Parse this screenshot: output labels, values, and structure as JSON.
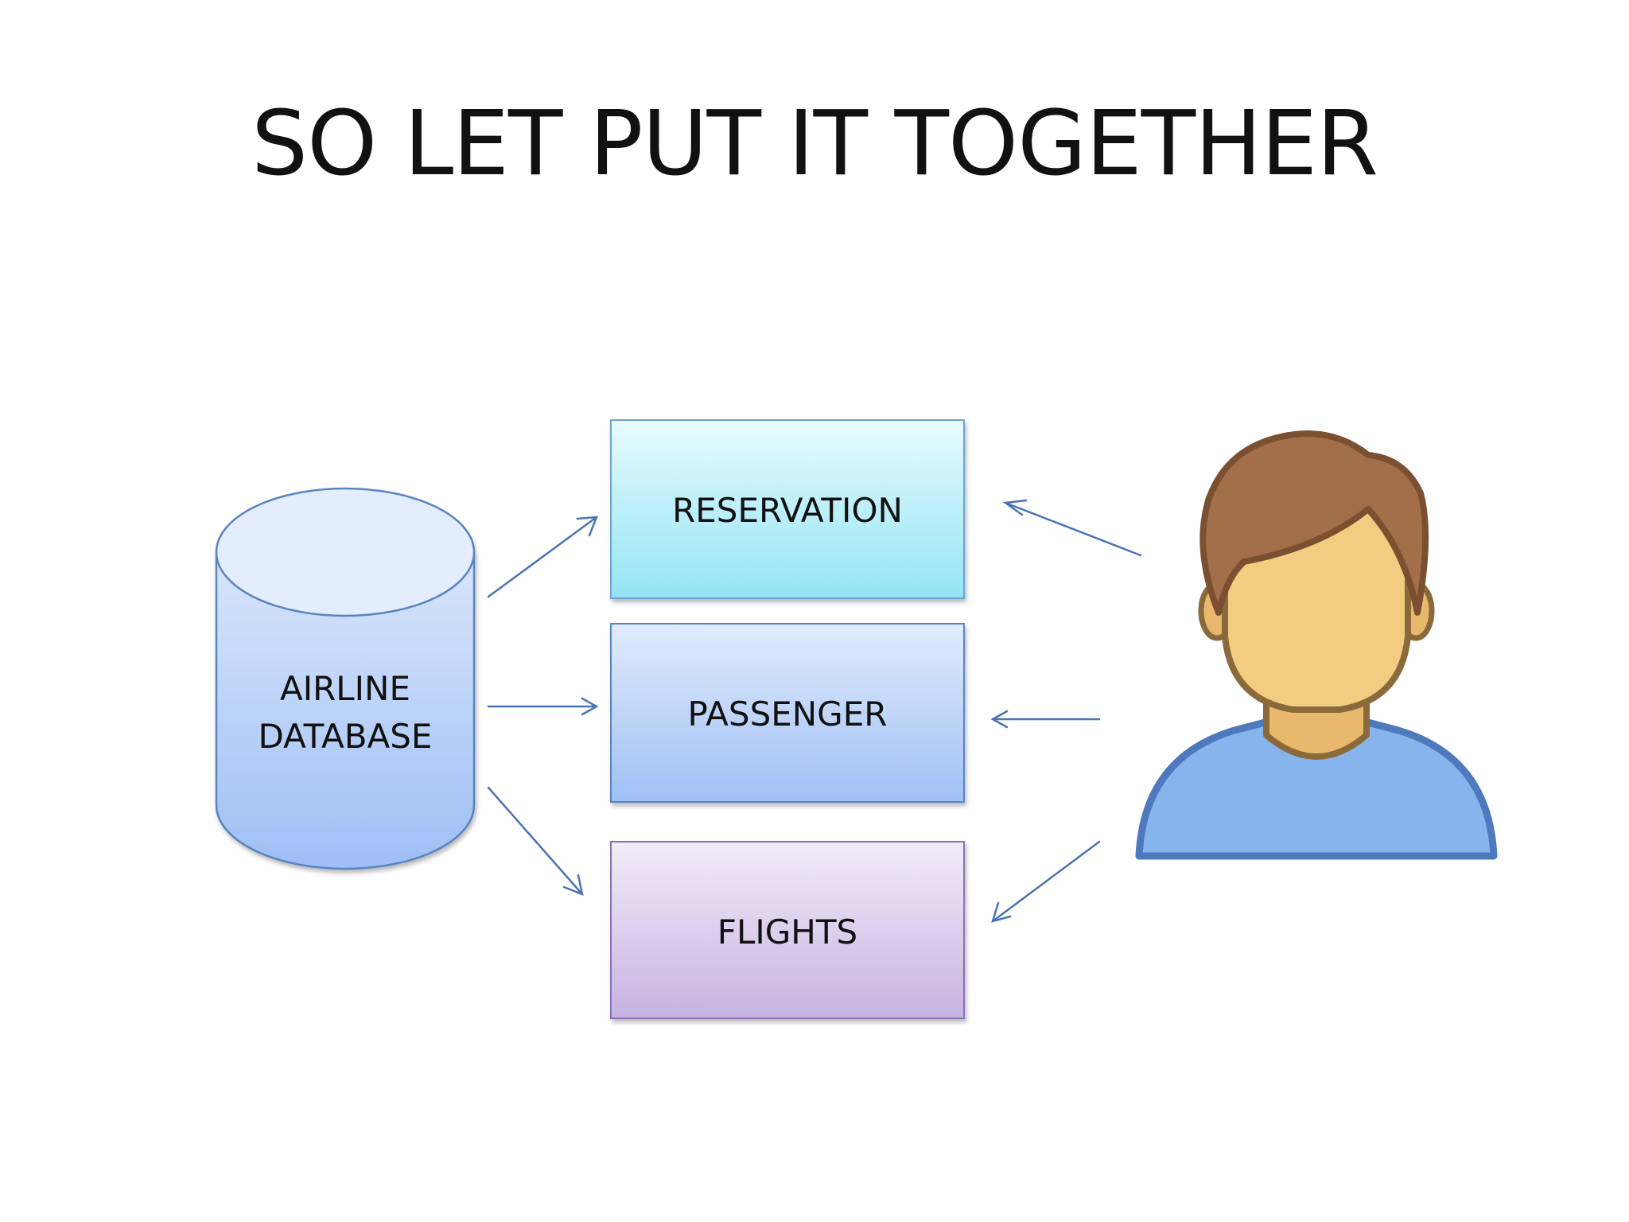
{
  "slide": {
    "title": "SO LET PUT IT TOGETHER"
  },
  "diagram": {
    "database": {
      "label_line1": "AIRLINE",
      "label_line2": "DATABASE"
    },
    "boxes": [
      {
        "id": "reservation",
        "label": "RESERVATION"
      },
      {
        "id": "passenger",
        "label": "PASSENGER"
      },
      {
        "id": "flights",
        "label": "FLIGHTS"
      }
    ],
    "user_icon": "person-icon"
  },
  "colors": {
    "arrow": "#4a74b4",
    "reservation_top": "#e6fbfe",
    "reservation_bottom": "#94e4f6",
    "passenger_top": "#e1ebfd",
    "passenger_bottom": "#9fc0f5",
    "flights_top": "#f4ebf8",
    "flights_bottom": "#c6b3e2",
    "database_top": "#e4edfd",
    "database_bottom": "#9ebff5",
    "hair": "#a36f4a",
    "hair_outline": "#7b5030",
    "skin": "#f2cc80",
    "skin_outline": "#8a6a3a",
    "shirt": "#88b4ee",
    "shirt_outline": "#4f79bd"
  }
}
